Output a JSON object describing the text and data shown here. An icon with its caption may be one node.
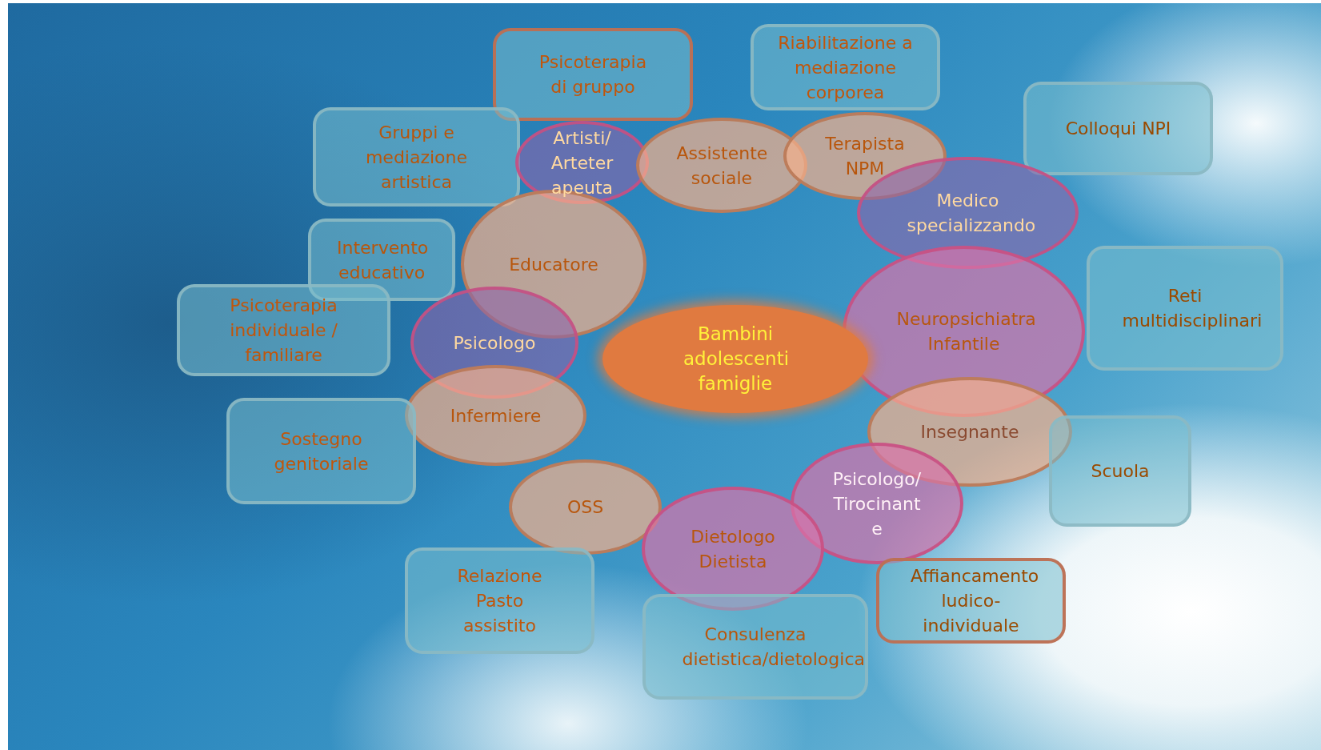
{
  "diagram": {
    "nodes": [
      {
        "text": [
          "Psicoterapia di gruppo"
        ]
      },
      {
        "text": [
          "Riabilitazione a mediazione corporea"
        ]
      },
      {
        "text": [
          "Colloqui NPI"
        ]
      },
      {
        "text": [
          "Gruppi e mediazione artistica"
        ]
      },
      {
        "text": [
          "Artisti/ Arteter apeuta"
        ]
      },
      {
        "text": [
          "Assistente sociale"
        ]
      },
      {
        "text": [
          "Terapista NPM"
        ]
      },
      {
        "text": [
          "Medico specializzando"
        ]
      },
      {
        "text": [
          "Intervento educativo"
        ]
      },
      {
        "text": [
          "Educatore"
        ]
      },
      {
        "text": [
          "Reti multidisciplinari"
        ]
      },
      {
        "text": [
          "Neuropsichiatra Infantile"
        ]
      },
      {
        "text": [
          "Psicoterapia individuale / familiare"
        ]
      },
      {
        "text": [
          "Psicologo"
        ]
      },
      {
        "text": [
          "Bambini adolescenti famiglie"
        ]
      },
      {
        "text": [
          "Infermiere"
        ]
      },
      {
        "text": [
          "Insegnante"
        ]
      },
      {
        "text": [
          "Sostegno genitoriale"
        ]
      },
      {
        "text": [
          "Scuola"
        ]
      },
      {
        "text": [
          "OSS"
        ]
      },
      {
        "text": [
          "Psicologo/ Tirocinant e"
        ]
      },
      {
        "text": [
          "Dietologo Dietista"
        ]
      },
      {
        "text": [
          "Relazione Pasto assistito"
        ]
      },
      {
        "text": [
          "Affiancamento ludico- individuale"
        ]
      },
      {
        "text": [
          "Consulenza dietistica/dietologica"
        ]
      }
    ]
  }
}
